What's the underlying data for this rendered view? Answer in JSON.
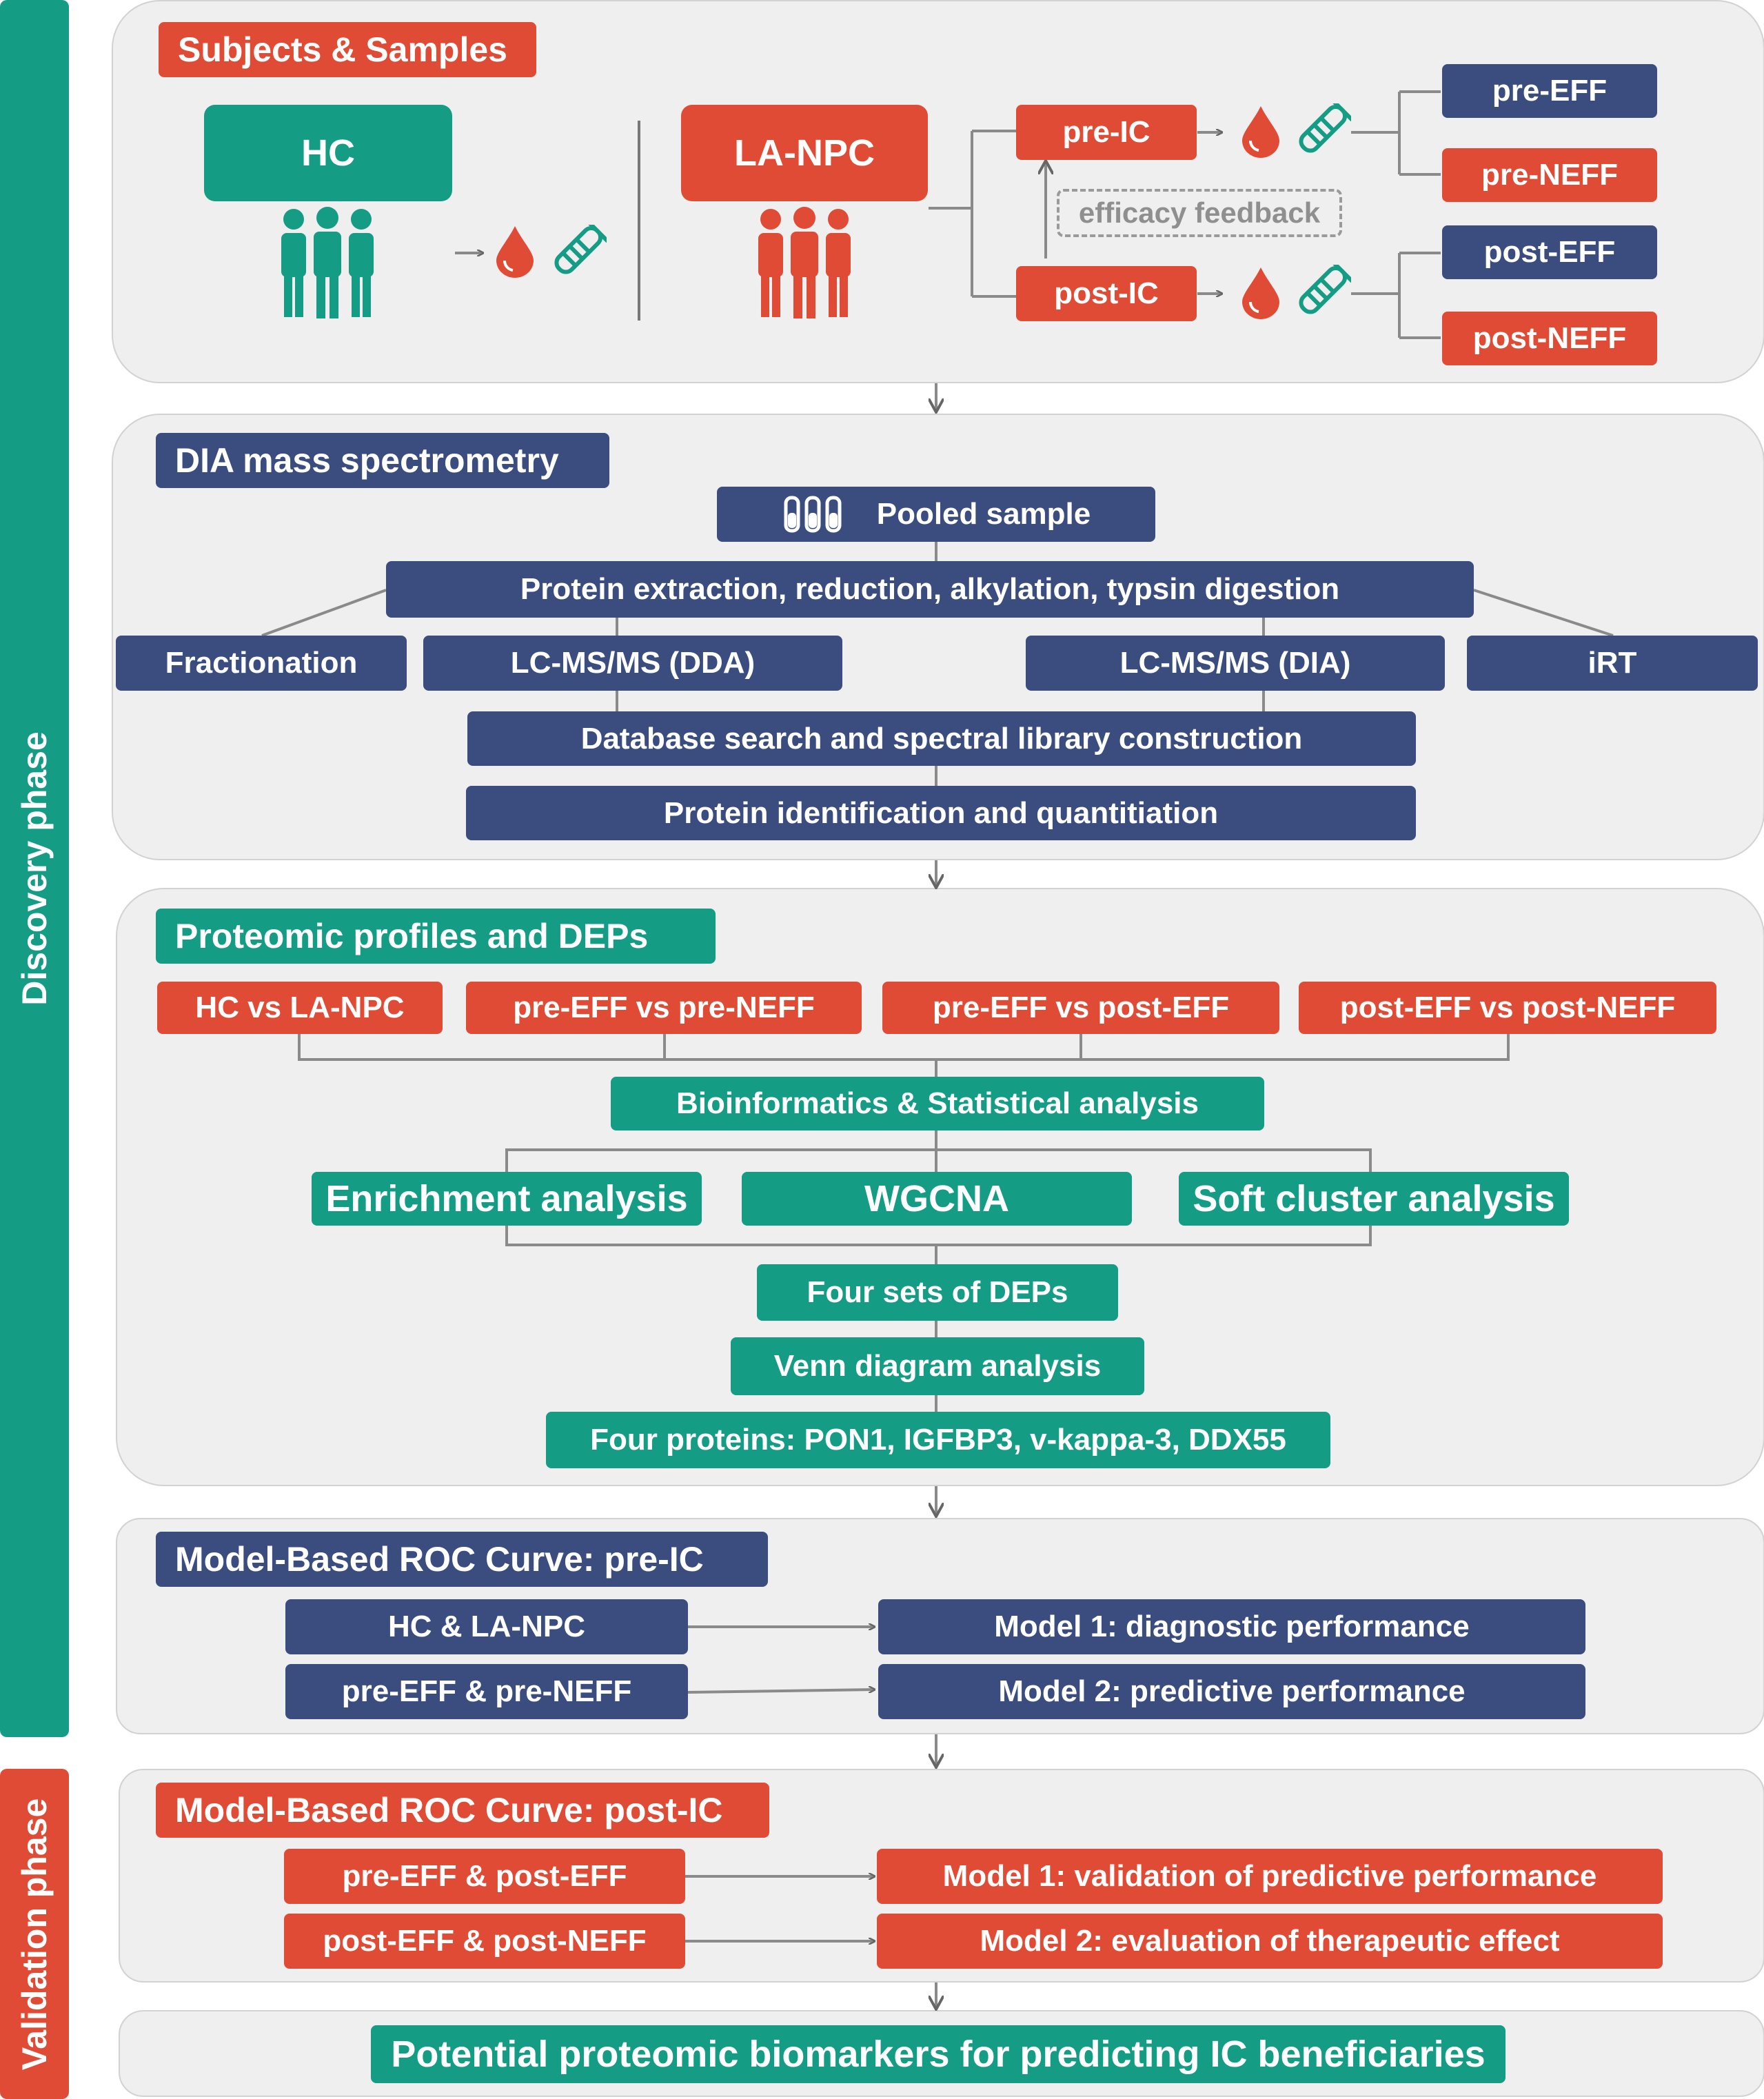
{
  "phases": {
    "discovery": "Discovery phase",
    "validation": "Validation phase"
  },
  "subjects": {
    "title": "Subjects & Samples",
    "hc": "HC",
    "la_npc": "LA-NPC",
    "pre_ic": "pre-IC",
    "post_ic": "post-IC",
    "efficacy_feedback": "efficacy feedback",
    "pre_eff": "pre-EFF",
    "pre_neff": "pre-NEFF",
    "post_eff": "post-EFF",
    "post_neff": "post-NEFF"
  },
  "dia": {
    "title": "DIA mass spectrometry",
    "pooled": "Pooled sample",
    "extraction": "Protein extraction, reduction, alkylation, typsin digestion",
    "fractionation": "Fractionation",
    "dda": "LC-MS/MS (DDA)",
    "dia_box": "LC-MS/MS (DIA)",
    "irt": "iRT",
    "database": "Database search and spectral library construction",
    "identification": "Protein identification and quantitiation"
  },
  "proteomic": {
    "title": "Proteomic profiles and DEPs",
    "comparisons": [
      "HC vs LA-NPC",
      "pre-EFF vs pre-NEFF",
      "pre-EFF vs post-EFF",
      "post-EFF vs post-NEFF"
    ],
    "bioinformatics": "Bioinformatics  & Statistical  analysis",
    "enrichment": "Enrichment analysis",
    "wgcna": "WGCNA",
    "soft_cluster": "Soft cluster analysis",
    "four_sets": "Four sets of DEPs",
    "venn": "Venn diagram analysis",
    "four_proteins": "Four proteins: PON1, IGFBP3, v-kappa-3, DDX55"
  },
  "roc_pre": {
    "title": "Model-Based ROC Curve: pre-IC",
    "left": [
      "HC & LA-NPC",
      "pre-EFF & pre-NEFF"
    ],
    "right": [
      "Model 1: diagnostic performance",
      "Model 2: predictive performance"
    ]
  },
  "roc_post": {
    "title": "Model-Based ROC Curve: post-IC",
    "left": [
      "pre-EFF & post-EFF",
      "post-EFF & post-NEFF"
    ],
    "right": [
      "Model 1: validation of predictive performance",
      "Model 2: evaluation of therapeutic effect"
    ]
  },
  "conclusion": "Potential proteomic biomarkers for predicting IC beneficiaries",
  "colors": {
    "red": "#e04b35",
    "navy": "#3a4d7e",
    "teal": "#149c84",
    "panel": "#efefef",
    "line": "#8a8a8a"
  }
}
